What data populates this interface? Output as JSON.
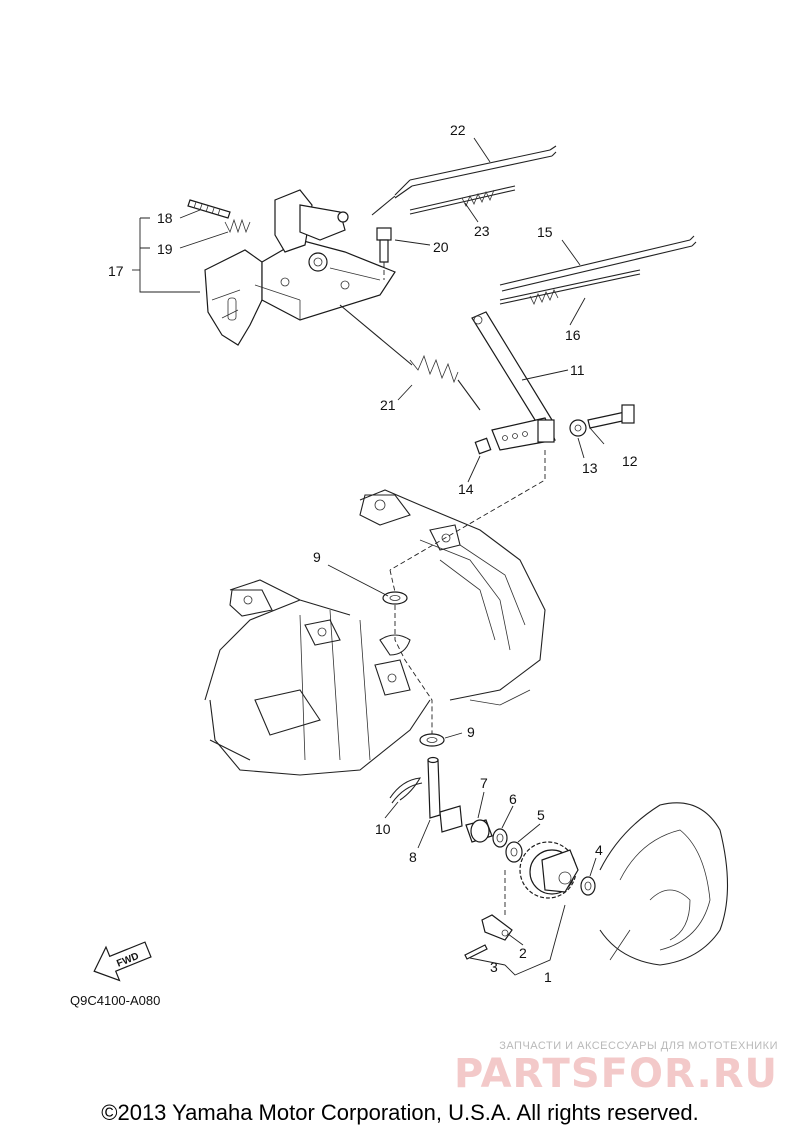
{
  "callouts": {
    "c1": "1",
    "c2": "2",
    "c3": "3",
    "c4": "4",
    "c5": "5",
    "c6": "6",
    "c7": "7",
    "c8": "8",
    "c9a": "9",
    "c9b": "9",
    "c10": "10",
    "c11": "11",
    "c12": "12",
    "c13": "13",
    "c14": "14",
    "c15": "15",
    "c16": "16",
    "c17": "17",
    "c18": "18",
    "c19": "19",
    "c20": "20",
    "c21": "21",
    "c22": "22",
    "c23": "23"
  },
  "fwd_label": "FWD",
  "diagram_code": "Q9C4100-A080",
  "watermark": {
    "tagline": "ЗАПЧАСТИ И АКСЕССУАРЫ ДЛЯ МОТОТЕХНИКИ",
    "logo": "PARTSFOR.RU"
  },
  "copyright": "©2013 Yamaha Motor Corporation, U.S.A. All rights reserved."
}
